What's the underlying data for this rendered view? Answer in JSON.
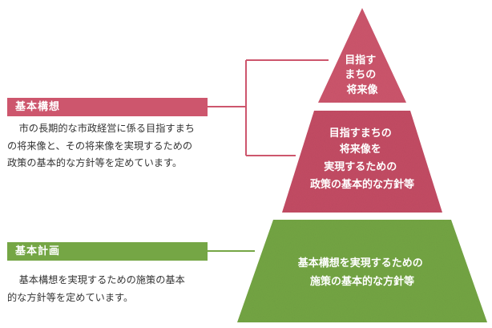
{
  "sections": {
    "kousou": {
      "label": "基本構想",
      "description_lines": [
        "市の長期的な市政経営に係る目指すまち",
        "の将来像と、その将来像を実現するための",
        "政策の基本的な方針等を定めています。"
      ]
    },
    "keikaku": {
      "label": "基本計画",
      "description_lines": [
        "基本構想を実現するための施策の基本",
        "的な方針等を定めています。"
      ]
    }
  },
  "pyramid": {
    "top": {
      "lines": [
        "目指す",
        "まちの",
        "将来像"
      ]
    },
    "middle": {
      "lines": [
        "目指すまちの",
        "将来像を",
        "実現するための",
        "政策の基本的な方針等"
      ]
    },
    "bottom": {
      "lines": [
        "基本構想を実現するための",
        "施策の基本的な方針等"
      ]
    }
  },
  "colors": {
    "pink": "#cd566d",
    "pink_dark": "#c44d65",
    "green": "#75a645",
    "green_dark": "#6e9e3f",
    "connector": "#cd566d"
  }
}
